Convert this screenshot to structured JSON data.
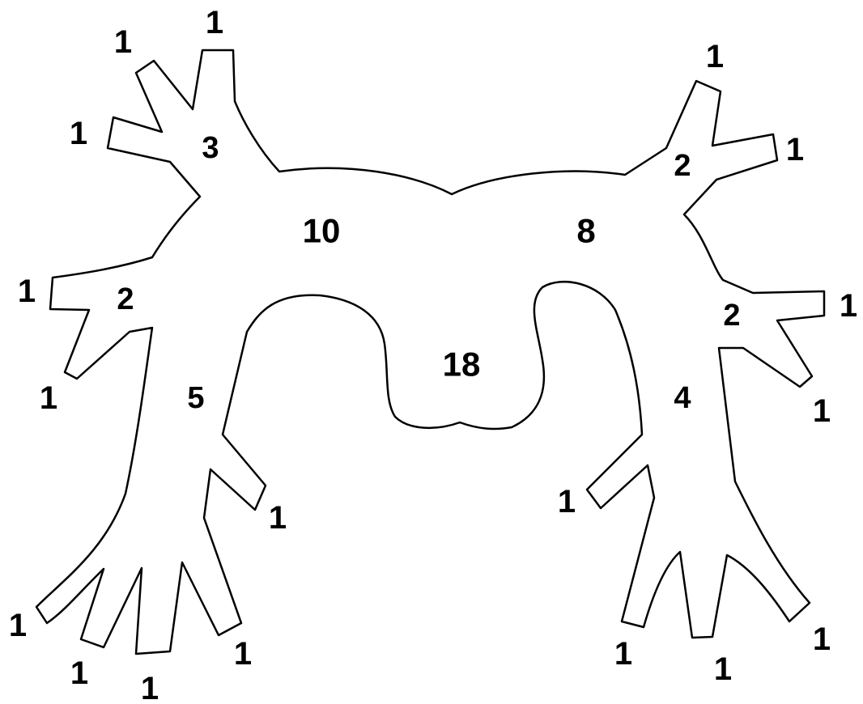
{
  "diagram": {
    "region_values": {
      "left_body": "10",
      "right_body": "8",
      "center_bottom": "18",
      "upper_left_branch": "3",
      "middle_left_branch": "2",
      "lower_left_branch": "5",
      "upper_right_branch": "2",
      "middle_right_branch": "2",
      "lower_right_branch": "4"
    },
    "leaf_value": "1",
    "colors": {
      "outline": "#000000",
      "background": "#ffffff"
    }
  }
}
